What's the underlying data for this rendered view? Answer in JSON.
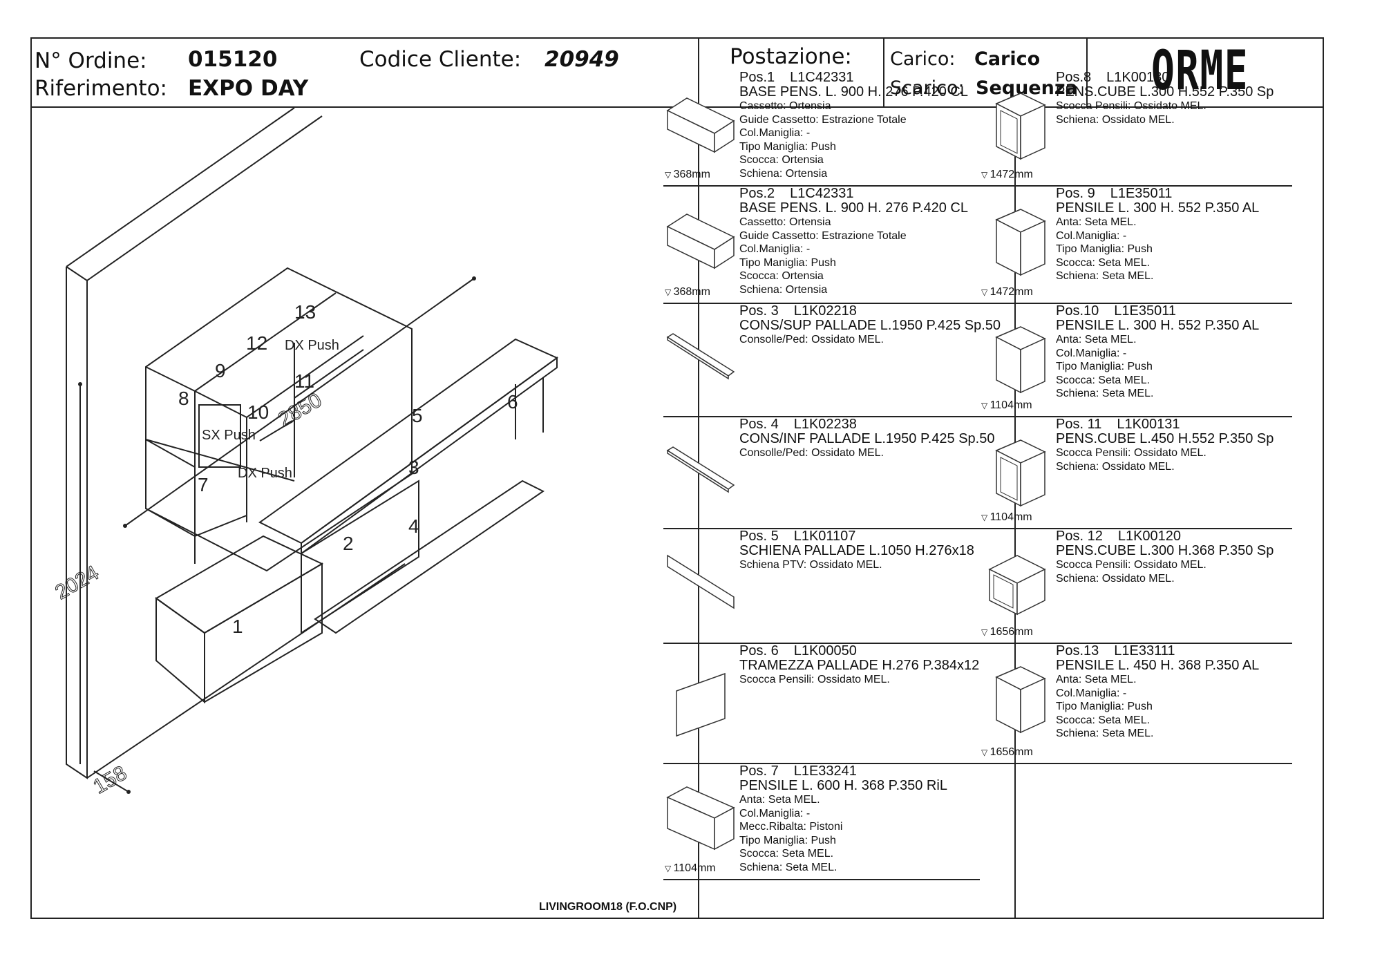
{
  "header": {
    "order_label": "N° Ordine:",
    "order_value": "015120",
    "client_label": "Codice Cliente:",
    "client_value": "20949",
    "reference_label": "Riferimento:",
    "reference_value": "EXPO DAY",
    "station_label": "Postazione:",
    "load_label": "Carico:",
    "load_value": "Carico",
    "unload_label": "Scarico:",
    "unload_value": "Sequenza",
    "brand": "ORME"
  },
  "drawing": {
    "labels": [
      "1",
      "2",
      "3",
      "4",
      "5",
      "6",
      "7",
      "8",
      "9",
      "10",
      "11",
      "12",
      "13"
    ],
    "push_labels": [
      "SX Push",
      "DX Push",
      "DX Push"
    ],
    "dim_height": "2024",
    "dim_width": "2850",
    "dim_small": "158"
  },
  "positions": [
    {
      "title": "Pos.1",
      "code": "L1C42331",
      "desc": "BASE PENS. L. 900 H. 276 P.420  CL",
      "lines": [
        "Cassetto: Ortensia",
        "Guide Cassetto: Estrazione Totale",
        "Col.Maniglia: -",
        "Tipo Maniglia: Push",
        "Scocca: Ortensia",
        "Schiena: Ortensia"
      ],
      "height": "368mm",
      "icon": "drawer-base-icon"
    },
    {
      "title": "Pos.2",
      "code": "L1C42331",
      "desc": "BASE PENS. L. 900 H. 276 P.420  CL",
      "lines": [
        "Cassetto: Ortensia",
        "Guide Cassetto: Estrazione Totale",
        "Col.Maniglia: -",
        "Tipo Maniglia: Push",
        "Scocca: Ortensia",
        "Schiena: Ortensia"
      ],
      "height": "368mm",
      "icon": "drawer-base-icon"
    },
    {
      "title": "Pos. 3",
      "code": "L1K02218",
      "desc": "CONS/SUP PALLADE L.1950 P.425 Sp.50",
      "lines": [
        "Consolle/Ped: Ossidato MEL."
      ],
      "height": "",
      "icon": "shelf-panel-icon"
    },
    {
      "title": "Pos. 4",
      "code": "L1K02238",
      "desc": "CONS/INF PALLADE L.1950 P.425 Sp.50",
      "lines": [
        "Consolle/Ped: Ossidato MEL."
      ],
      "height": "",
      "icon": "shelf-panel-icon"
    },
    {
      "title": "Pos. 5",
      "code": "L1K01107",
      "desc": "SCHIENA PALLADE L.1050 H.276x18",
      "lines": [
        "Schiena PTV: Ossidato MEL."
      ],
      "height": "",
      "icon": "back-panel-icon"
    },
    {
      "title": "Pos. 6",
      "code": "L1K00050",
      "desc": "TRAMEZZA  PALLADE H.276 P.384x12",
      "lines": [
        "Scocca Pensili: Ossidato MEL."
      ],
      "height": "",
      "icon": "partition-panel-icon"
    },
    {
      "title": "Pos. 7",
      "code": "L1E33241",
      "desc": "PENSILE   L. 600 H. 368 P.350  RiL",
      "lines": [
        "Anta: Seta MEL.",
        "Col.Maniglia: -",
        "Mecc.Ribalta: Pistoni",
        "Tipo Maniglia: Push",
        "Scocca: Seta MEL.",
        "Schiena: Seta MEL."
      ],
      "height": "1104mm",
      "icon": "wall-unit-flap-icon"
    },
    {
      "title": "Pos.8",
      "code": "L1K00130",
      "desc": "PENS.CUBE  L.300  H.552 P.350 Sp",
      "lines": [
        "Scocca Pensili: Ossidato MEL.",
        "Schiena: Ossidato MEL."
      ],
      "height": "1472mm",
      "icon": "open-cube-tall-icon"
    },
    {
      "title": "Pos. 9",
      "code": "L1E35011",
      "desc": "PENSILE   L. 300 H. 552 P.350  AL",
      "lines": [
        "Anta: Seta MEL.",
        "Col.Maniglia: -",
        "Tipo Maniglia: Push",
        "Scocca: Seta MEL.",
        "Schiena: Seta MEL."
      ],
      "height": "1472mm",
      "icon": "wall-unit-door-icon"
    },
    {
      "title": "Pos.10",
      "code": "L1E35011",
      "desc": "PENSILE   L. 300 H. 552 P.350  AL",
      "lines": [
        "Anta: Seta MEL.",
        "Col.Maniglia: -",
        "Tipo Maniglia: Push",
        "Scocca: Seta MEL.",
        "Schiena: Seta MEL."
      ],
      "height": "1104mm",
      "icon": "wall-unit-door-icon"
    },
    {
      "title": "Pos. 11",
      "code": "L1K00131",
      "desc": "PENS.CUBE  L.450  H.552 P.350 Sp",
      "lines": [
        "Scocca Pensili: Ossidato MEL.",
        "Schiena: Ossidato MEL."
      ],
      "height": "1104mm",
      "icon": "open-cube-tall-icon"
    },
    {
      "title": "Pos. 12",
      "code": "L1K00120",
      "desc": "PENS.CUBE  L.300  H.368 P.350 Sp",
      "lines": [
        "Scocca Pensili: Ossidato MEL.",
        "Schiena: Ossidato MEL."
      ],
      "height": "1656mm",
      "icon": "open-cube-icon"
    },
    {
      "title": "Pos.13",
      "code": "L1E33111",
      "desc": "PENSILE   L. 450 H. 368 P.350  AL",
      "lines": [
        "Anta: Seta MEL.",
        "Col.Maniglia: -",
        "Tipo Maniglia: Push",
        "Scocca: Seta MEL.",
        "Schiena: Seta MEL."
      ],
      "height": "1656mm",
      "icon": "wall-unit-door-icon"
    }
  ],
  "footer": {
    "project": "LIVINGROOM18 (F.O.CNP)"
  }
}
